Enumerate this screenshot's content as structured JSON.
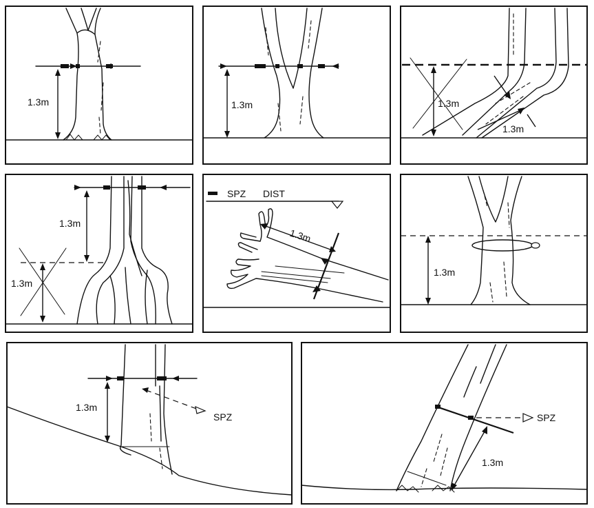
{
  "labels": {
    "height": "1.3m",
    "spz": "SPZ",
    "dist": "DIST"
  }
}
